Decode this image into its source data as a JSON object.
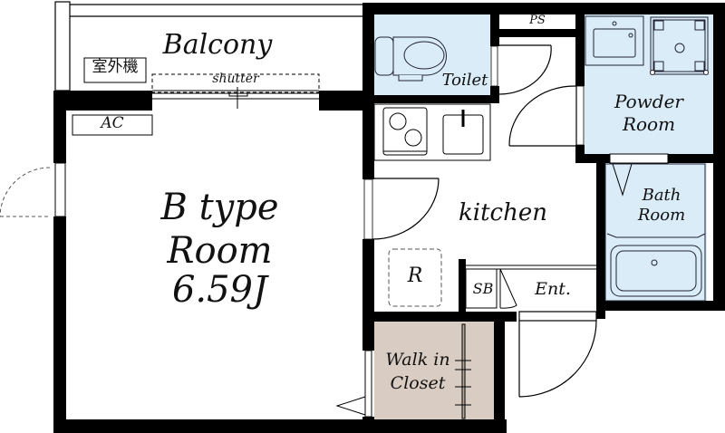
{
  "plan": {
    "type_label": "B type",
    "room_label": "Room",
    "room_size": "6.59J",
    "colors": {
      "wall": "#000000",
      "wet_area": "#d9ecf8",
      "closet": "#d8ccc3",
      "background": "#ffffff"
    }
  },
  "rooms": {
    "balcony": "Balcony",
    "outdoor_unit": "室外機",
    "shutter": "shutter",
    "ac": "AC",
    "toilet": "Toilet",
    "ps": "PS",
    "powder_room_1": "Powder",
    "powder_room_2": "Room",
    "kitchen": "kitchen",
    "bath_room_1": "Bath",
    "bath_room_2": "Room",
    "refrigerator": "R",
    "shoe_box": "SB",
    "entrance": "Ent.",
    "closet_1": "Walk in",
    "closet_2": "Closet"
  }
}
